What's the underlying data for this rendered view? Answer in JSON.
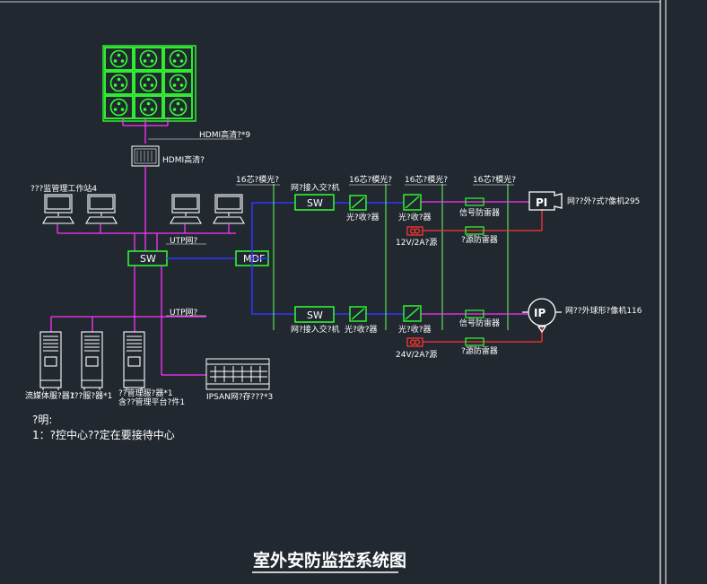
{
  "labels": {
    "hdmi_cable": "HDMI高清?*9",
    "hdmi_matrix": "HDMI高清?",
    "workstation": "???监管理工作站4",
    "cable_16_left": "16芯?模光?",
    "cable_16_a": "16芯?模光?",
    "cable_16_b": "16芯?模光?",
    "cable_16_c": "16芯?模光?",
    "access_switch_top": "网?接入交?机",
    "access_switch_bottom": "网?接入交?机",
    "sw_core": "SW",
    "sw_top": "SW",
    "sw_bottom": "SW",
    "mdf": "MDF",
    "utp_top": "UTP网?",
    "utp_bottom": "UTP网?",
    "transceiver_1": "光?收?器",
    "transceiver_2": "光?收?器",
    "transceiver_3": "光?收?器",
    "transceiver_4": "光?收?器",
    "signal_protector_top": "信号防雷器",
    "signal_protector_bottom": "信号防雷器",
    "power_protector_top": "?源防雷器",
    "power_protector_bottom": "?源防雷器",
    "power_12v": "12V/2A?源",
    "power_24v": "24V/2A?源",
    "camera_gun": "网??外?式?像机295",
    "camera_dome": "网??外球形?像机116",
    "server_1": "流媒体服?器1",
    "server_2": "???服?器*1",
    "server_3a": "??管理服?器*1",
    "server_3b": "含??管理平台?件1",
    "ipsan": "IPSAN网?存???*3",
    "note_title": "?明:",
    "note_line": "1：?控中心??定在要接待中心",
    "drawing_title": "室外安防监控系统图"
  },
  "colors": {
    "background": "#212830",
    "display_wall": "#33ff33",
    "data_line": "#ff33ff",
    "fiber_line": "#66ff66",
    "blue_line": "#3333ff",
    "power_line": "#ff3333",
    "equipment": "#ffffff"
  },
  "icons": {
    "camera_gun": "bullet-camera-icon",
    "camera_dome": "dome-camera-icon",
    "workstation": "computer-icon",
    "server": "server-tower-icon",
    "storage": "storage-array-icon",
    "monitor_cell": "monitor-cell-icon"
  }
}
